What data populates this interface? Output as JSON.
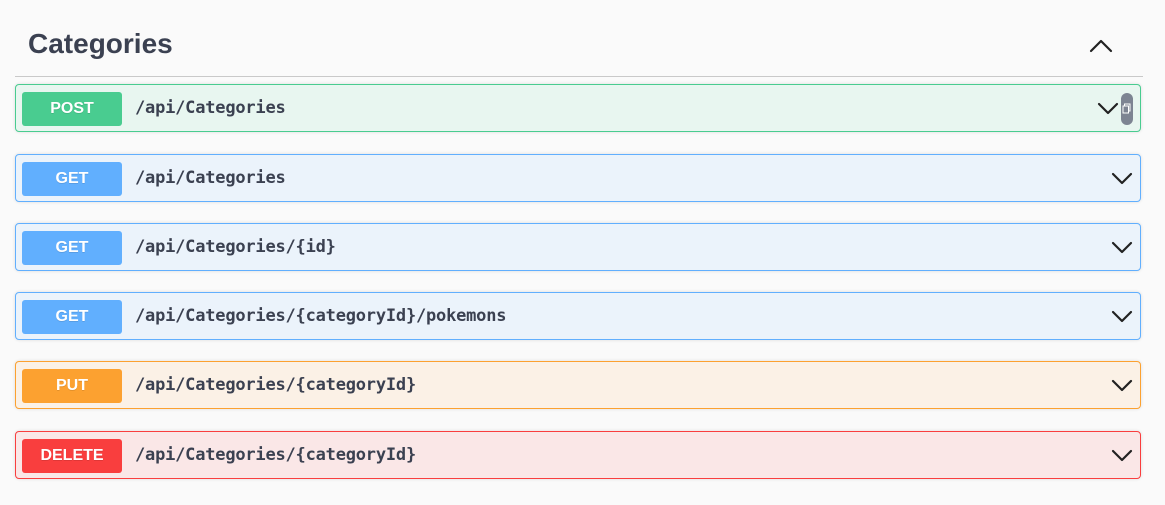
{
  "section": {
    "title": "Categories",
    "collapse_icon": "chevron-up-icon"
  },
  "operations": [
    {
      "method": "POST",
      "path": "/api/Categories",
      "color": "#49cc90"
    },
    {
      "method": "GET",
      "path": "/api/Categories",
      "color": "#61affe"
    },
    {
      "method": "GET",
      "path": "/api/Categories/{id}",
      "color": "#61affe"
    },
    {
      "method": "GET",
      "path": "/api/Categories/{categoryId}/pokemons",
      "color": "#61affe"
    },
    {
      "method": "PUT",
      "path": "/api/Categories/{categoryId}",
      "color": "#fca130"
    },
    {
      "method": "DELETE",
      "path": "/api/Categories/{categoryId}",
      "color": "#f93e3e"
    }
  ],
  "icons": {
    "expand": "chevron-down-icon",
    "copy": "copy-icon"
  }
}
